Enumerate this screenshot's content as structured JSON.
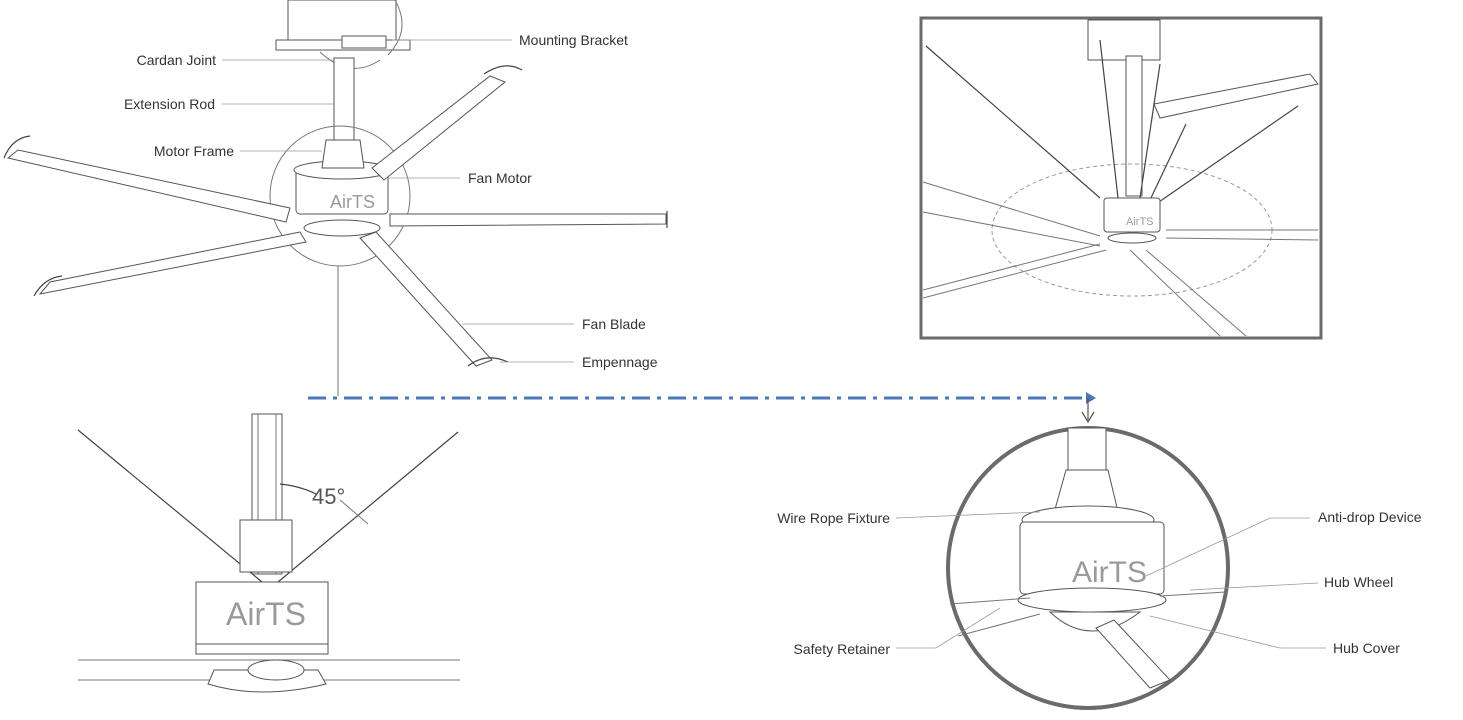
{
  "labels": {
    "cardan_joint": "Cardan Joint",
    "mounting_bracket": "Mounting Bracket",
    "extension_rod": "Extension Rod",
    "motor_frame": "Motor Frame",
    "fan_motor": "Fan Motor",
    "fan_blade": "Fan Blade",
    "empennage": "Empennage",
    "wire_rope_fixture": "Wire Rope Fixture",
    "anti_drop_device": "Anti-drop Device",
    "hub_wheel": "Hub Wheel",
    "safety_retainer": "Safety Retainer",
    "hub_cover": "Hub Cover"
  },
  "brand": "AirTS",
  "angle": "45°",
  "colors": {
    "arrow_line": "#4a78b5",
    "frame_gray": "#6b6b6b",
    "brand_gray": "#9a9a9a"
  }
}
